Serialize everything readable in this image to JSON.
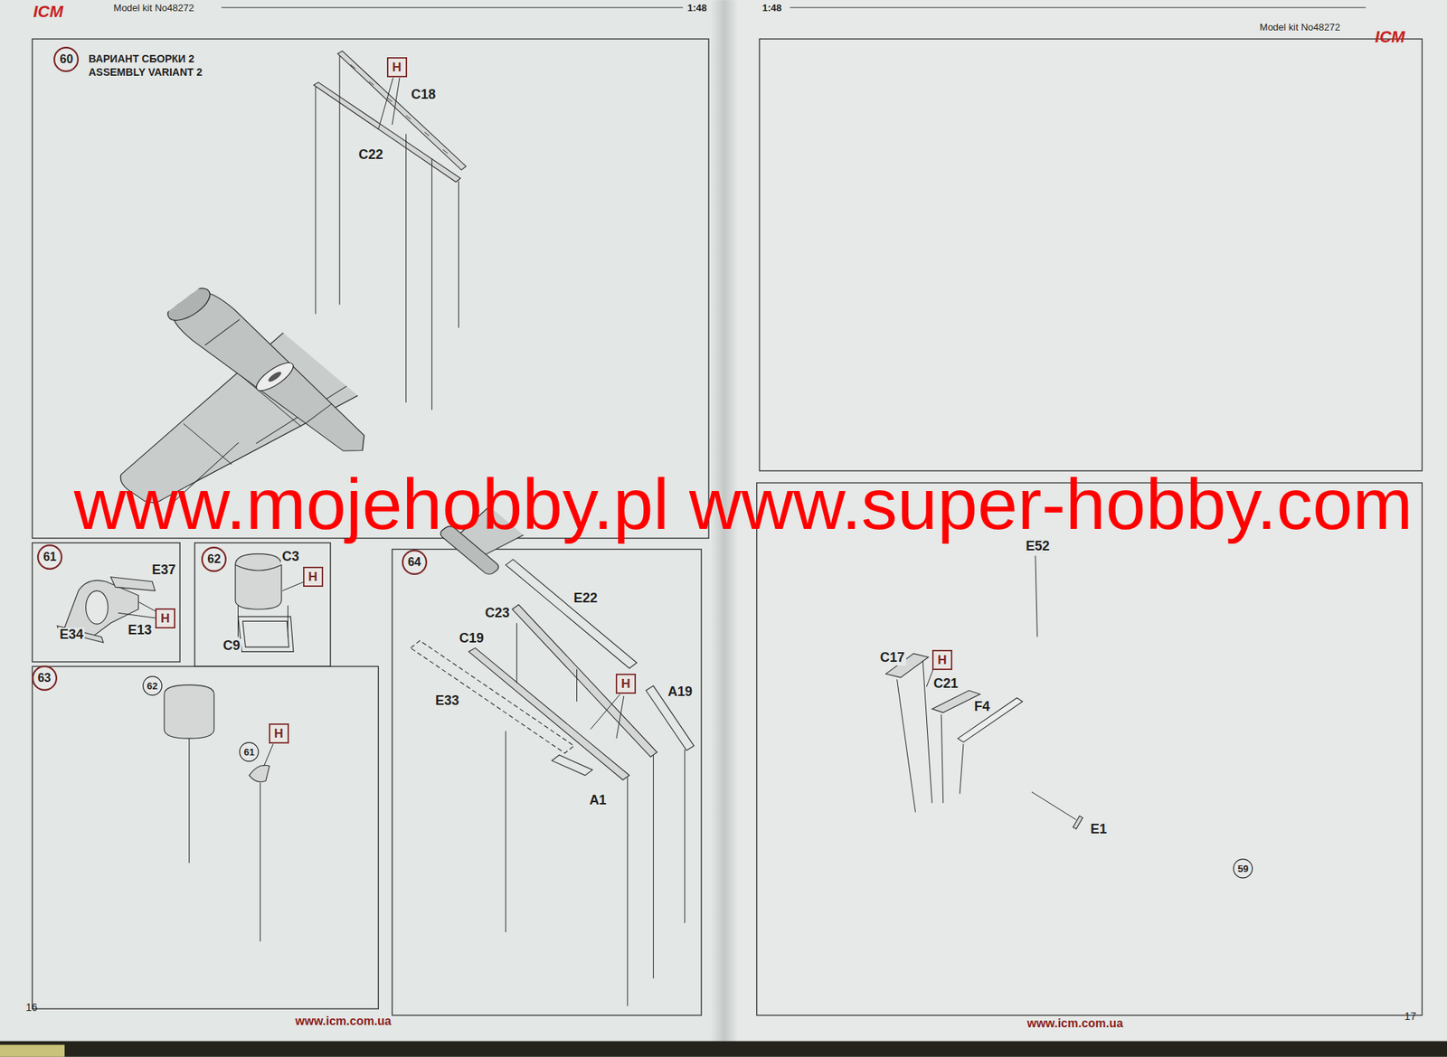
{
  "diagram": {
    "nodes": [
      {
        "text": [
          "60"
        ]
      },
      {
        "text": [
          "H"
        ]
      },
      {
        "text": [
          "61"
        ]
      },
      {
        "text": [
          "H"
        ]
      },
      {
        "text": [
          "62"
        ]
      },
      {
        "text": [
          "H"
        ]
      },
      {
        "text": [
          "63"
        ]
      },
      {
        "text": [
          "62"
        ]
      },
      {
        "text": [
          "61"
        ]
      },
      {
        "text": [
          "H"
        ]
      },
      {
        "text": [
          "64"
        ]
      },
      {
        "text": [
          "H"
        ]
      },
      {
        "text": [
          "H"
        ]
      },
      {
        "text": [
          "59"
        ]
      }
    ],
    "labels": [
      "ICM",
      "Model kit No48272",
      "1:48",
      "1:48",
      "Model kit No48272",
      "ICM",
      "ВАРИАНТ СБОРКИ 2",
      "ASSEMBLY VARIANT 2",
      "C18",
      "C22",
      "www.mojehobby.pl www.super-hobby.com",
      "E37",
      "E34",
      "E13",
      "C3",
      "C9",
      "E22",
      "C23",
      "C19",
      "E33",
      "A19",
      "A1",
      "E52",
      "C17",
      "C21",
      "F4",
      "E1",
      "16",
      "www.icm.com.ua",
      "www.icm.com.ua",
      "17"
    ]
  }
}
